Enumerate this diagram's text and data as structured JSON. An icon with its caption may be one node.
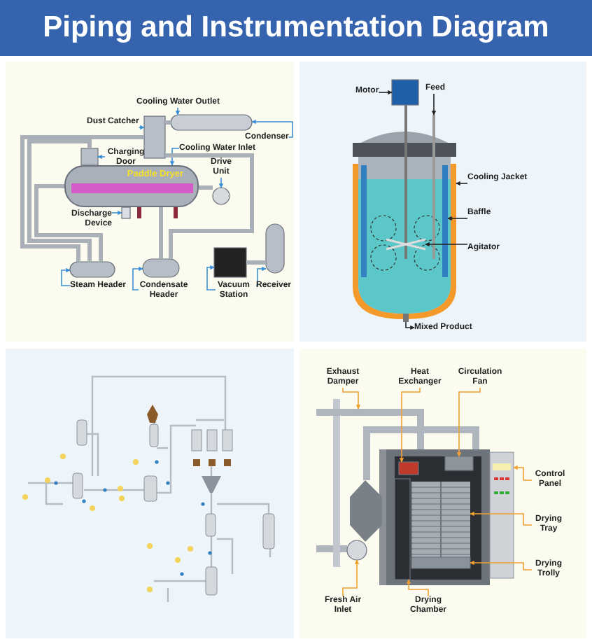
{
  "diagram": {
    "title": "Piping and Instrumentation Diagram",
    "nodes": [
      {
        "text": [
          "Cooling Water Outlet"
        ]
      },
      {
        "text": [
          "Dust Catcher"
        ]
      },
      {
        "text": [
          "Condenser"
        ]
      },
      {
        "text": [
          "Charging Door"
        ]
      },
      {
        "text": [
          "Cooling Water Inlet"
        ]
      },
      {
        "text": [
          "Drive Unit"
        ]
      },
      {
        "text": [
          "Discharge Device"
        ]
      },
      {
        "text": [
          "Steam Header"
        ]
      },
      {
        "text": [
          "Condensate Header"
        ]
      },
      {
        "text": [
          "Vacuum Station"
        ]
      },
      {
        "text": [
          "Receiver"
        ]
      },
      {
        "text": [
          "Motor"
        ]
      },
      {
        "text": [
          "Feed"
        ]
      },
      {
        "text": [
          "Cooling Jacket"
        ]
      },
      {
        "text": [
          "Baffle"
        ]
      },
      {
        "text": [
          "Agitator"
        ]
      },
      {
        "text": [
          "Mixed Product"
        ]
      },
      {
        "text": [
          "Exhaust Damper"
        ]
      },
      {
        "text": [
          "Heat Exchanger"
        ]
      },
      {
        "text": [
          "Circulation Fan"
        ]
      },
      {
        "text": [
          "Control Panel"
        ]
      },
      {
        "text": [
          "Drying Tray"
        ]
      },
      {
        "text": [
          "Drying Trolly"
        ]
      },
      {
        "text": [
          "Fresh Air Inlet"
        ]
      },
      {
        "text": [
          "Drying Chamber"
        ]
      },
      {
        "text": [
          "Paddle Dryer"
        ]
      },
      {
        "text": [],
        "shape": "cylinder"
      },
      {
        "text": [],
        "shape": "box"
      },
      {
        "text": [],
        "shape": "box"
      },
      {
        "text": [],
        "shape": "circle"
      },
      {
        "text": [],
        "shape": "box"
      },
      {
        "text": [],
        "shape": "cylinder"
      },
      {
        "text": [],
        "shape": "cylinder"
      },
      {
        "text": [],
        "shape": "box"
      },
      {
        "text": [],
        "shape": "cylinder"
      },
      {
        "text": [],
        "shape": "box"
      },
      {
        "text": [],
        "shape": "bar"
      },
      {
        "text": [],
        "shape": "picture"
      },
      {
        "text": [],
        "shape": "bar"
      },
      {
        "text": [],
        "shape": "picture"
      },
      {
        "text": [],
        "shape": "bar"
      },
      {
        "text": [],
        "shape": "picture"
      },
      {
        "text": [],
        "shape": "box"
      },
      {
        "text": [],
        "shape": "box"
      },
      {
        "text": [],
        "shape": "picture"
      },
      {
        "text": [],
        "shape": "picture"
      },
      {
        "text": [],
        "shape": "box"
      },
      {
        "text": [],
        "shape": "circle"
      },
      {
        "text": [],
        "shape": "box"
      }
    ],
    "edges": [
      {
        "from": 0,
        "to": 26,
        "arrow": "to"
      },
      {
        "from": 1,
        "to": 27,
        "arrow": "to"
      },
      {
        "from": 2,
        "to": 26,
        "arrow": "to"
      },
      {
        "from": 3,
        "to": 28,
        "arrow": "to"
      },
      {
        "from": 4,
        "to": 25,
        "arrow": "to"
      },
      {
        "from": 5,
        "to": 29,
        "arrow": "to"
      },
      {
        "from": 6,
        "to": 30,
        "arrow": "to"
      },
      {
        "from": 7,
        "to": 31,
        "arrow": "to"
      },
      {
        "from": 8,
        "to": 32,
        "arrow": "to"
      },
      {
        "from": 9,
        "to": 33,
        "arrow": "to"
      },
      {
        "from": 10,
        "to": 34,
        "arrow": "to"
      },
      {
        "from": 11,
        "to": 35,
        "arrow": "to",
        "color": "#222222"
      },
      {
        "from": 12,
        "to": 36,
        "arrow": "to",
        "color": "#222222"
      },
      {
        "from": 13,
        "to": 37,
        "arrow": "to",
        "color": "#222222"
      },
      {
        "from": 14,
        "to": 38,
        "arrow": "to",
        "color": "#222222"
      },
      {
        "from": 15,
        "to": 39,
        "arrow": "to",
        "color": "#222222"
      },
      {
        "from": 40,
        "to": 16,
        "arrow": "to",
        "color": "#222222"
      },
      {
        "from": 17,
        "to": 41,
        "arrow": "to",
        "color": "#f0a030"
      },
      {
        "from": 18,
        "to": 42,
        "arrow": "to",
        "color": "#f0a030"
      },
      {
        "from": 19,
        "to": 43,
        "arrow": "to",
        "color": "#f0a030"
      },
      {
        "from": 20,
        "to": 44,
        "arrow": "to",
        "color": "#f0a030"
      },
      {
        "from": 21,
        "to": 45,
        "arrow": "to",
        "color": "#f0a030"
      },
      {
        "from": 22,
        "to": 46,
        "arrow": "to",
        "color": "#f0a030"
      },
      {
        "from": 23,
        "to": 47,
        "arrow": "to",
        "color": "#f0a030"
      },
      {
        "from": 24,
        "to": 48,
        "arrow": "to",
        "color": "#f0a030"
      },
      {
        "from": 31,
        "to": 27,
        "arrow": "none",
        "style": "thick",
        "color": "#aab0b8"
      },
      {
        "from": 31,
        "to": 28,
        "arrow": "none",
        "style": "thick",
        "color": "#aab0b8"
      },
      {
        "from": 31,
        "to": 25,
        "arrow": "none",
        "style": "thick",
        "color": "#aab0b8"
      },
      {
        "from": 27,
        "to": 26,
        "arrow": "none",
        "style": "thick",
        "color": "#aab0b8"
      },
      {
        "from": 27,
        "to": 32,
        "arrow": "none",
        "style": "thick",
        "color": "#aab0b8"
      },
      {
        "from": 25,
        "to": 32,
        "arrow": "none",
        "style": "thick",
        "color": "#aab0b8"
      },
      {
        "from": 34,
        "to": 33,
        "arrow": "none",
        "style": "thick",
        "color": "#aab0b8"
      },
      {
        "from": 29,
        "to": 25,
        "arrow": "none",
        "style": "thick",
        "color": "#aab0b8"
      }
    ]
  }
}
